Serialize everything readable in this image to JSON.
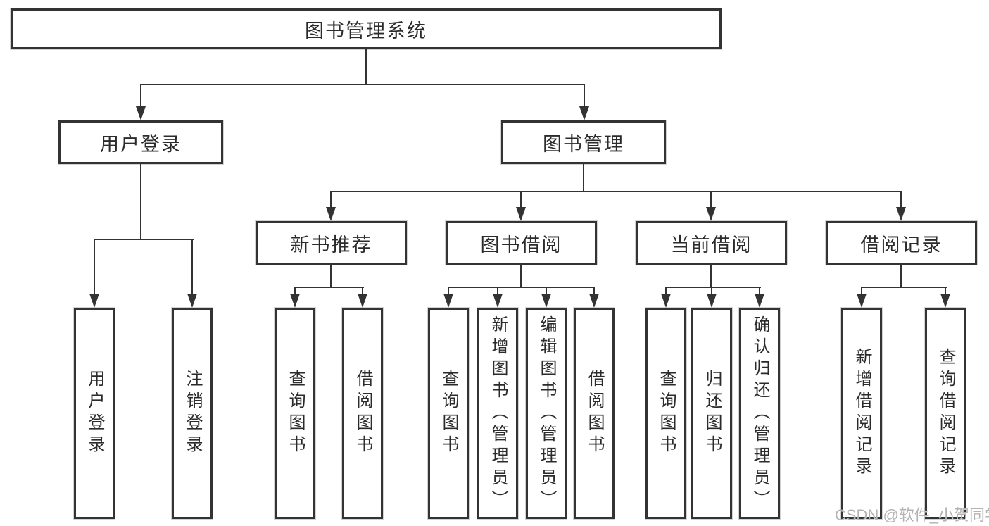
{
  "tree": {
    "root": {
      "label": "图书管理系统"
    },
    "branches": [
      {
        "label": "用户登录",
        "leaves": [
          "用户登录",
          "注销登录"
        ]
      },
      {
        "label": "图书管理",
        "groups": [
          {
            "label": "新书推荐",
            "leaves": [
              "查询图书",
              "借阅图书"
            ]
          },
          {
            "label": "图书借阅",
            "leaves": [
              "查询图书",
              "新增图书（管理员）",
              "编辑图书（管理员）",
              "借阅图书"
            ]
          },
          {
            "label": "当前借阅",
            "leaves": [
              "查询图书",
              "归还图书",
              "确认归还（管理员）"
            ]
          },
          {
            "label": "借阅记录",
            "leaves": [
              "新增借阅记录",
              "查询借阅记录"
            ]
          }
        ]
      }
    ]
  },
  "watermark": "CSDN @软件_小贺同学",
  "colors": {
    "line": "#333333",
    "border": "#333333",
    "text": "#2b2b2b",
    "watermark": "#b3b3b3",
    "background": "#ffffff"
  }
}
